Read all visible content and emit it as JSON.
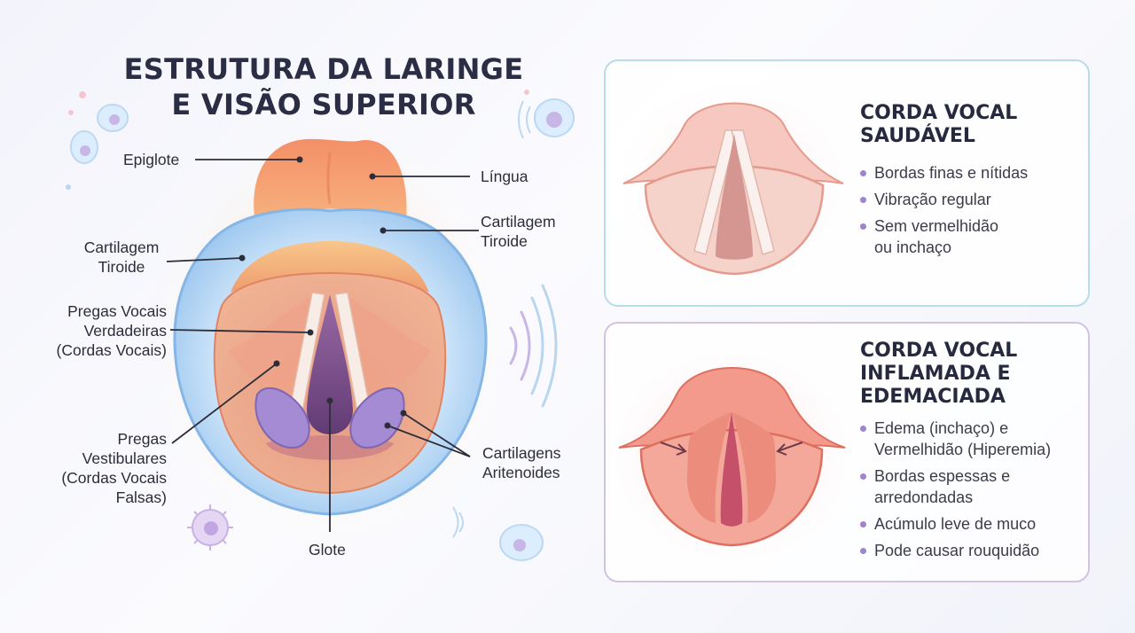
{
  "title": {
    "line1": "ESTRUTURA DA LARINGE",
    "line2": "E VISÃO SUPERIOR"
  },
  "labels": {
    "epiglote": "Epiglote",
    "lingua": "Língua",
    "cartilagem_tiroide_left": [
      "Cartilagem",
      "Tiroide"
    ],
    "cartilagem_tiroide_right": [
      "Cartilagem",
      "Tiroide"
    ],
    "pregas_vocais": [
      "Pregas Vocais",
      "Verdadeiras",
      "(Cordas Vocais)"
    ],
    "pregas_vestibulares": [
      "Pregas",
      "Vestibulares",
      "(Cordas Vocais",
      "Falsas)"
    ],
    "cartilagens_aritenoides": [
      "Cartilagens",
      "Aritenoides"
    ],
    "glote": "Glote"
  },
  "cards": {
    "healthy": {
      "title": [
        "CORDA VOCAL",
        "SAUDÁVEL"
      ],
      "bullets": [
        [
          "Bordas finas e nítidas"
        ],
        [
          "Vibração regular"
        ],
        [
          "Sem vermelhidão",
          "ou inchaço"
        ]
      ]
    },
    "inflamed": {
      "title": [
        "CORDA VOCAL",
        "INFLAMADA E",
        "EDEMACIADA"
      ],
      "bullets": [
        [
          "Edema (inchaço) e",
          "Vermelhidão (Hiperemia)"
        ],
        [
          "Bordas espessas e",
          "arredondadas"
        ],
        [
          "Acúmulo leve de muco"
        ],
        [
          "Pode causar rouquidão"
        ]
      ]
    }
  },
  "colors": {
    "tongue": "#ee8a6a",
    "thyroid": "#a9cdef",
    "arytenoid": "#9b86cf",
    "glottis": "#7b4c86",
    "healthy_border": "#b7dde8",
    "inflamed_border": "#d4c2e2",
    "bullet": "#9f84c9"
  }
}
